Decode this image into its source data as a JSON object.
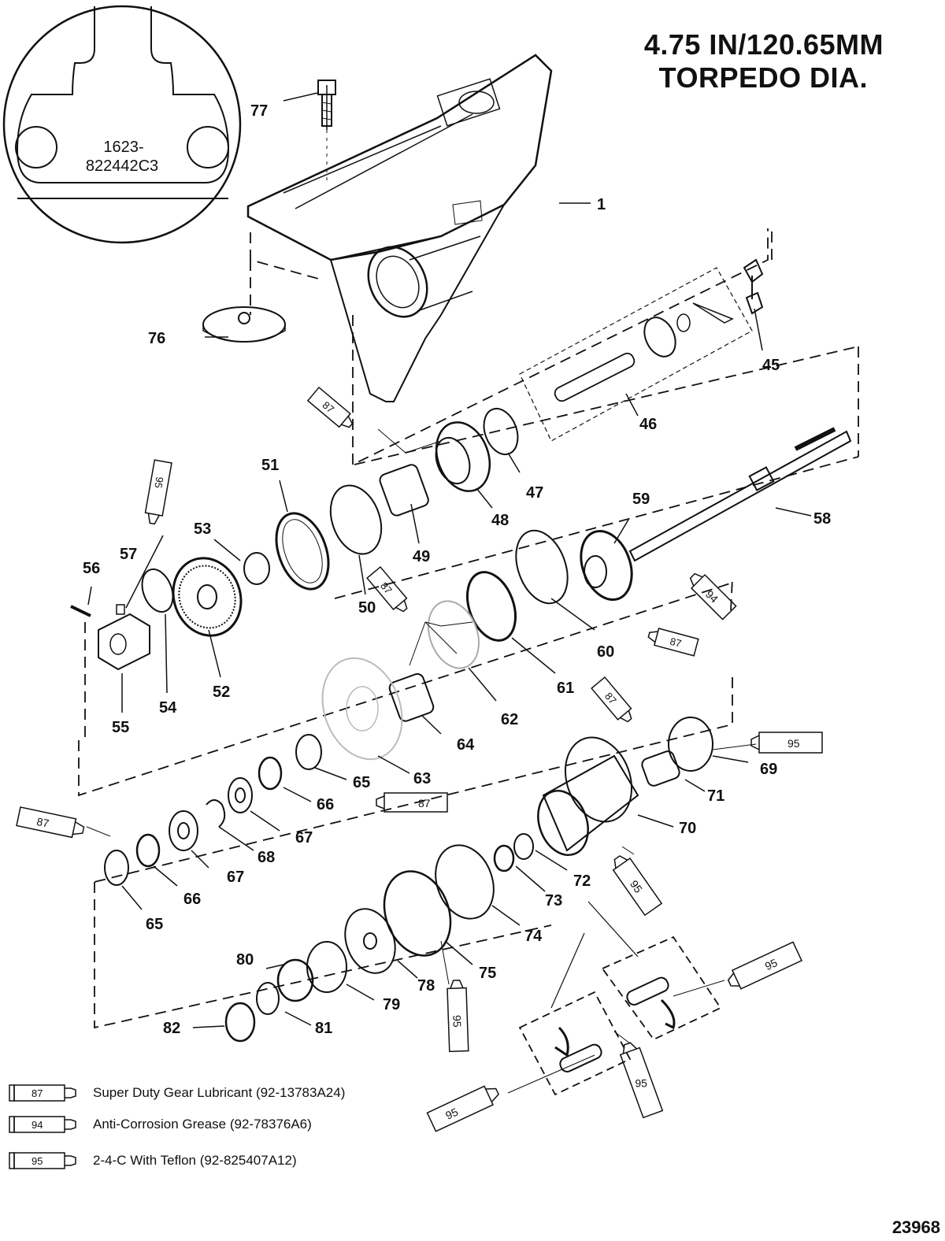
{
  "header": {
    "title_line1": "4.75 IN/120.65MM",
    "title_line2": "TORPEDO DIA."
  },
  "inset": {
    "part_number_line1": "1623-",
    "part_number_line2": "822442C3"
  },
  "callouts": [
    "1",
    "45",
    "46",
    "47",
    "48",
    "49",
    "50",
    "51",
    "52",
    "53",
    "54",
    "55",
    "56",
    "57",
    "58",
    "59",
    "60",
    "61",
    "62",
    "63",
    "64",
    "65",
    "65",
    "66",
    "66",
    "67",
    "67",
    "68",
    "69",
    "70",
    "71",
    "72",
    "73",
    "74",
    "75",
    "76",
    "77",
    "78",
    "79",
    "80",
    "81",
    "82"
  ],
  "tube_labels": [
    "87",
    "87",
    "87",
    "87",
    "87",
    "94",
    "95",
    "95",
    "95",
    "95",
    "95",
    "95",
    "95"
  ],
  "legend": [
    {
      "code": "87",
      "text": "Super Duty Gear Lubricant (92-13783A24)"
    },
    {
      "code": "94",
      "text": "Anti-Corrosion Grease (92-78376A6)"
    },
    {
      "code": "95",
      "text": "2-4-C  With Teflon (92-825407A12)"
    }
  ],
  "figure_number": "23968"
}
